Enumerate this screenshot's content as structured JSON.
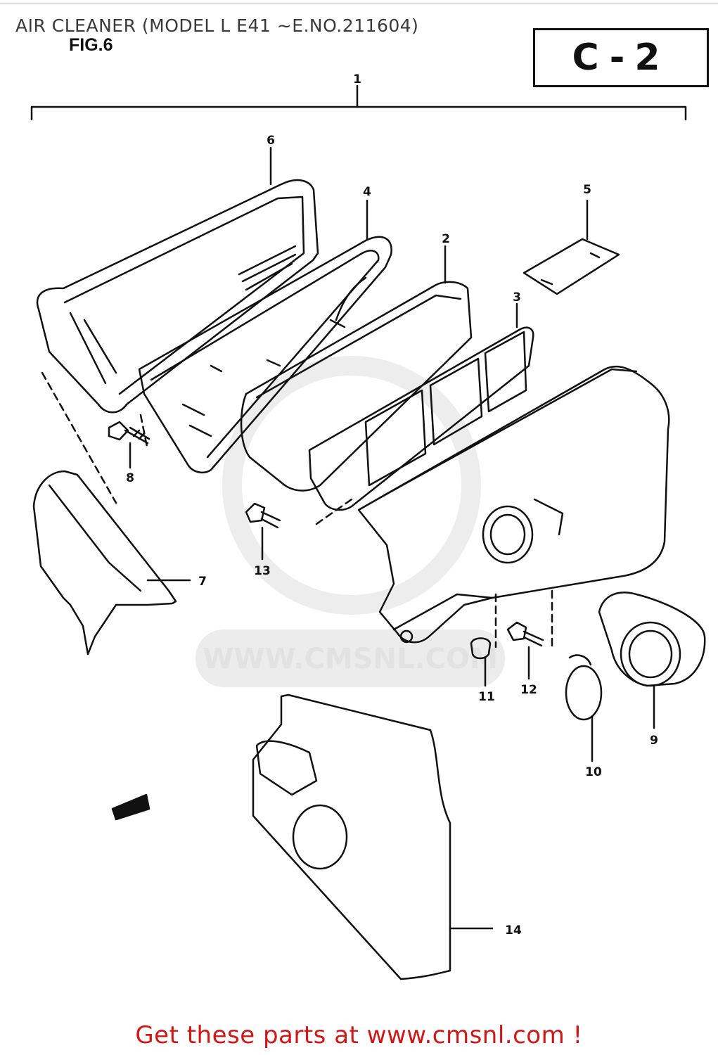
{
  "header": {
    "title": "AIR CLEANER (MODEL L E41 ~E.NO.211604)",
    "figure_label": "FIG.6",
    "section_code": "C-2"
  },
  "diagram": {
    "callouts": [
      "1",
      "2",
      "3",
      "4",
      "5",
      "6",
      "7",
      "8",
      "9",
      "10",
      "11",
      "12",
      "13",
      "14"
    ],
    "watermark_text": "WWW.CMSNL.COM"
  },
  "footer": {
    "link_text": "Get these parts at www.cmsnl.com !"
  }
}
